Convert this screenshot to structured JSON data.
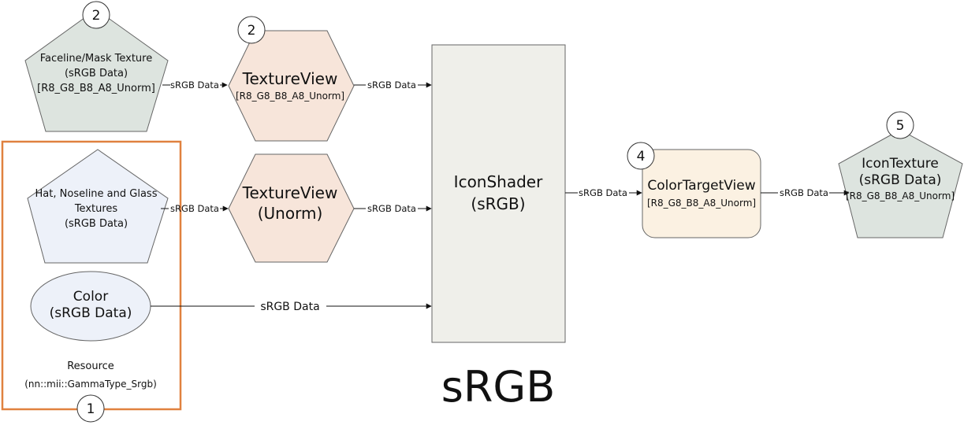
{
  "nodes": {
    "faceline_texture": {
      "lines": [
        "Faceline/Mask Texture",
        "(sRGB Data)",
        "[R8_G8_B8_A8_Unorm]"
      ],
      "badge": "2"
    },
    "hat_textures": {
      "lines": [
        "Hat, Noseline and Glass",
        "Textures",
        "(sRGB Data)"
      ]
    },
    "color": {
      "lines": [
        "Color",
        "(sRGB Data)"
      ]
    },
    "texture_view_top": {
      "title": "TextureView",
      "format": "[R8_G8_B8_A8_Unorm]",
      "badge": "2"
    },
    "texture_view_unorm": {
      "title": "TextureView",
      "subtitle": "(Unorm)"
    },
    "icon_shader": {
      "title": "IconShader",
      "subtitle": "(sRGB)"
    },
    "color_target_view": {
      "title": "ColorTargetView",
      "format": "[R8_G8_B8_A8_Unorm]",
      "badge": "4"
    },
    "icon_texture": {
      "lines": [
        "IconTexture",
        "(sRGB Data)",
        "[R8_G8_B8_A8_Unorm]"
      ],
      "badge": "5"
    }
  },
  "resource_group": {
    "title": "Resource",
    "subtitle": "(nn::mii::GammaType_Srgb)",
    "badge": "1"
  },
  "edges": {
    "faceline_to_view": "sRGB Data",
    "view_to_shader": "sRGB Data",
    "hat_to_view": "sRGB Data",
    "unorm_to_shader": "sRGB Data",
    "color_to_shader": "sRGB Data",
    "shader_to_ctv": "sRGB Data",
    "ctv_to_icon": "sRGB Data"
  },
  "caption": "sRGB",
  "colors": {
    "pentagon_green": "#dde4df",
    "pentagon_blue": "#edf1f9",
    "hexagon_peach": "#f7e5da",
    "shader_gray": "#efefea",
    "ctv_cream": "#fbf1e2",
    "resource_border": "#e0813f",
    "stroke": "#666666"
  }
}
